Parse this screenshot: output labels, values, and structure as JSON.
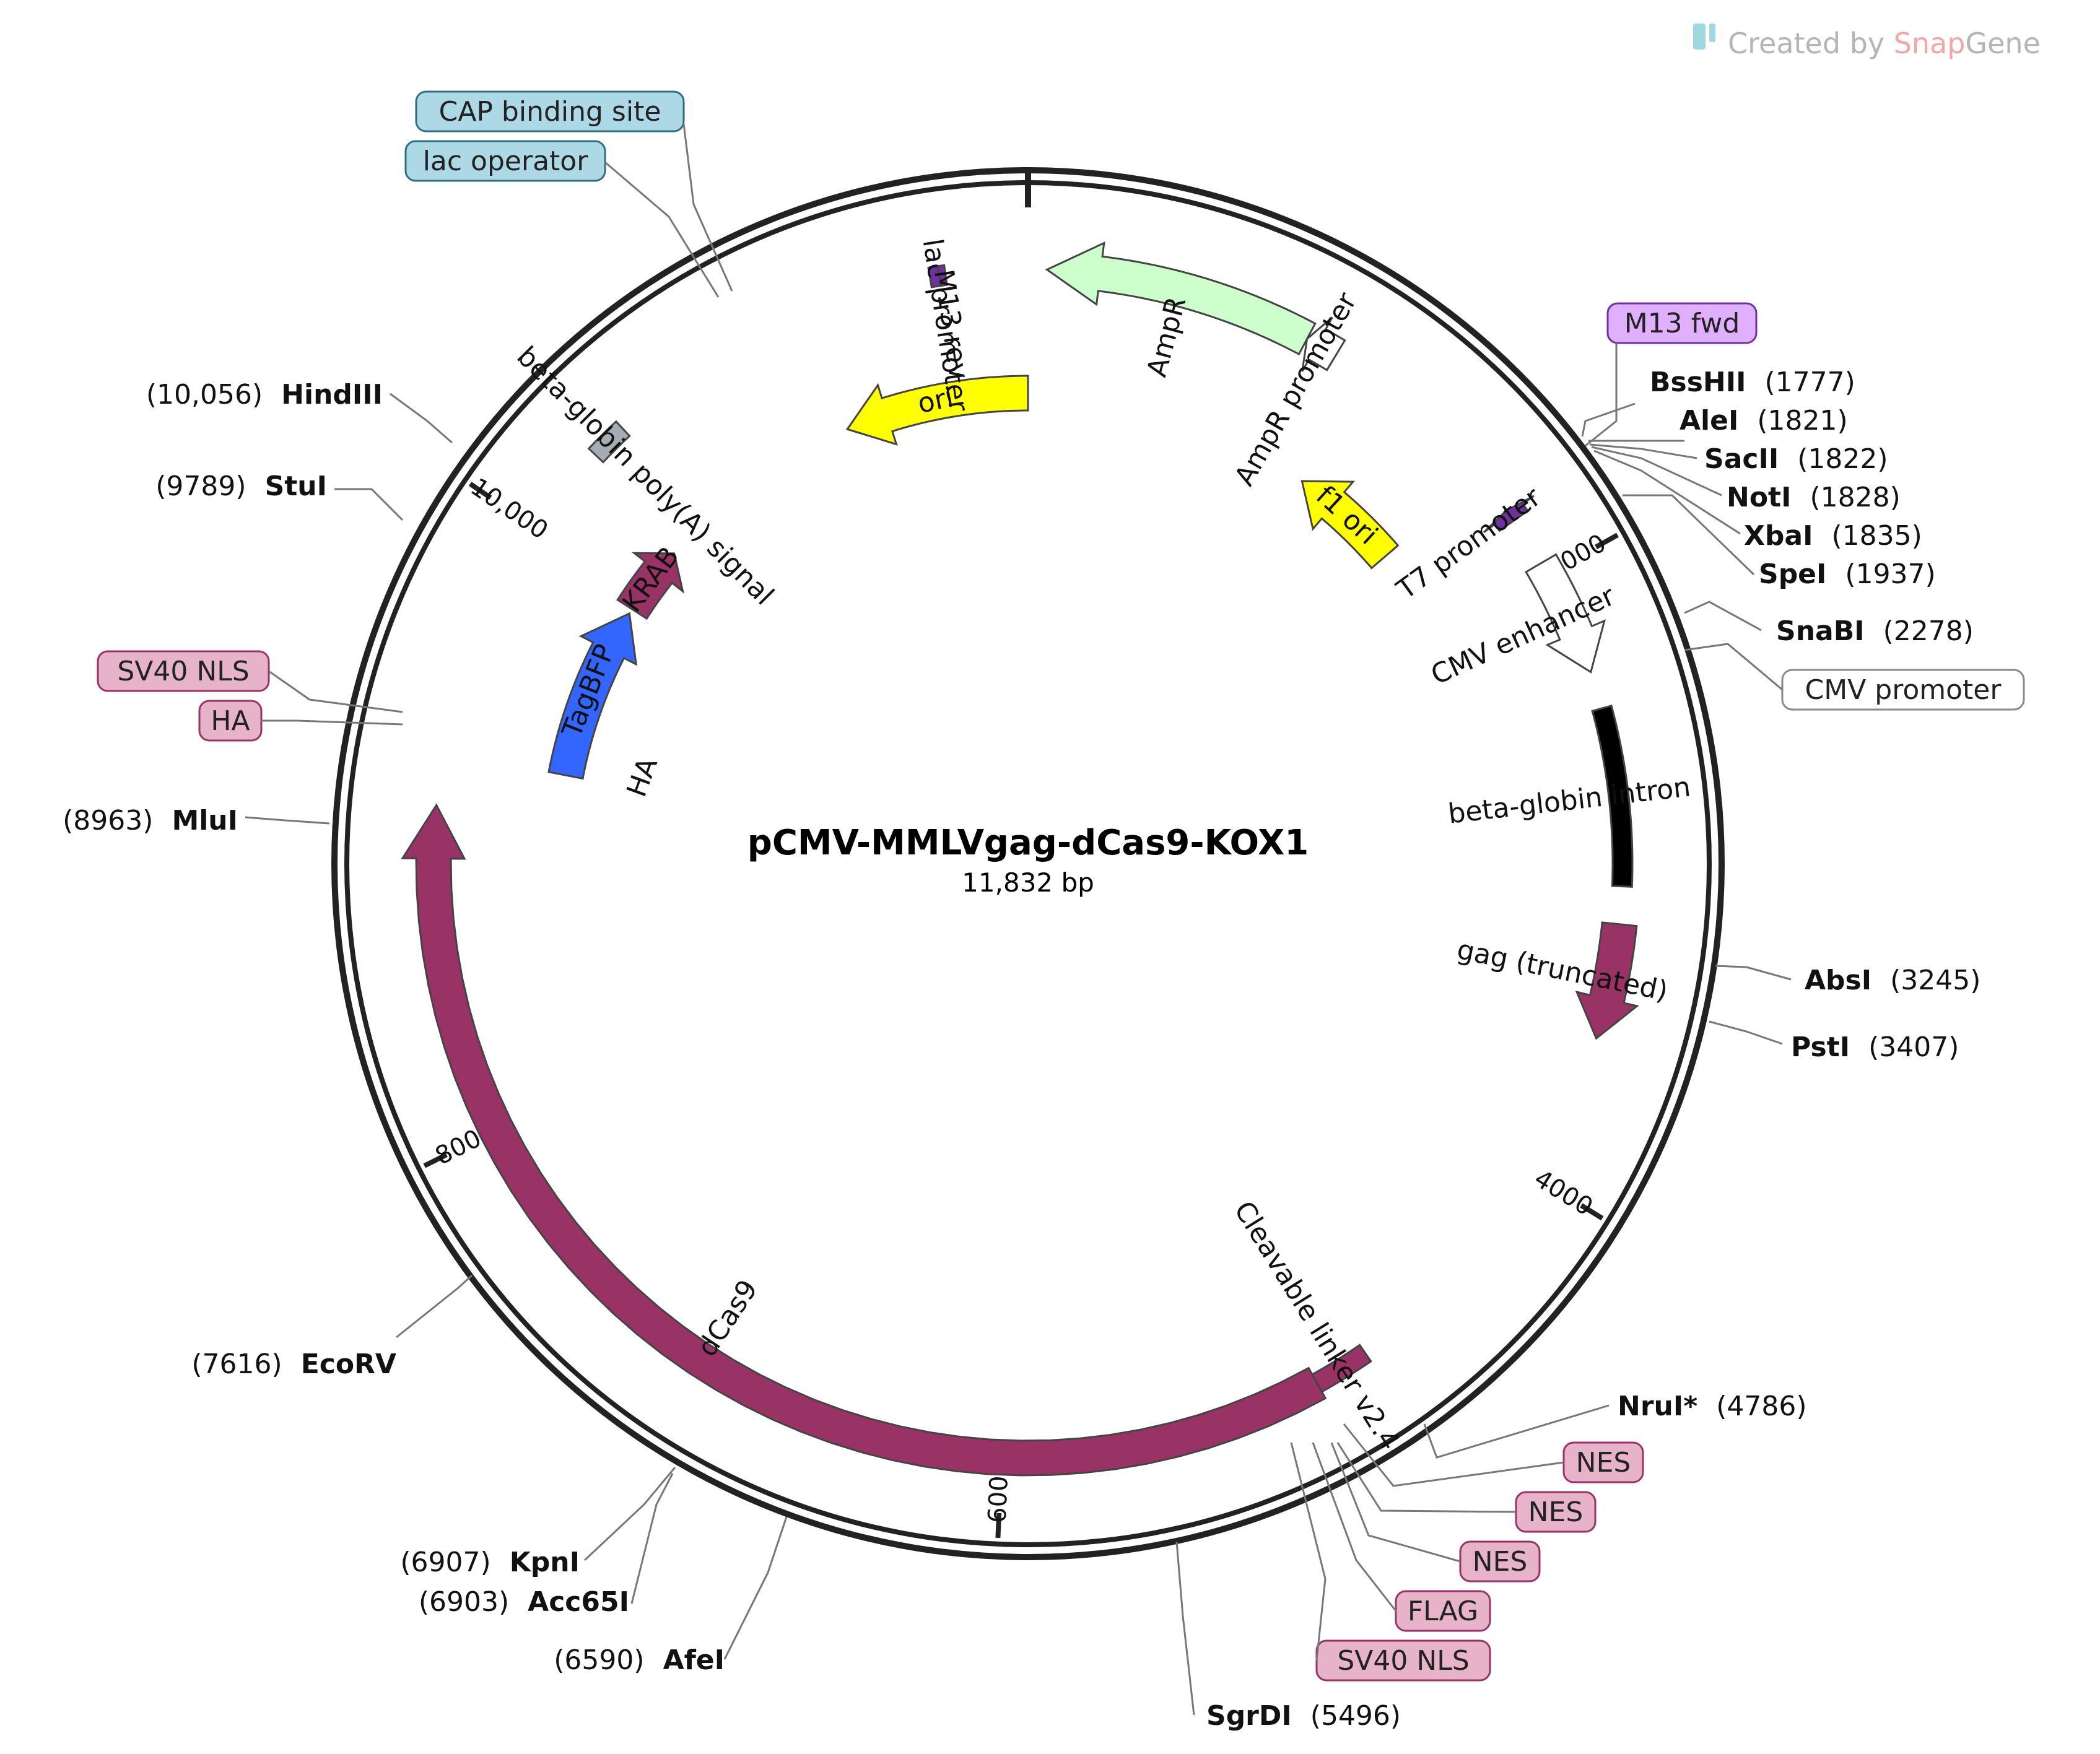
{
  "plasmid": {
    "name": "pCMV-MMLVgag-dCas9-KOX1",
    "size_label": "11,832 bp",
    "length": 11832
  },
  "branding": {
    "prefix": "Created by ",
    "snap": "Snap",
    "gene": "Gene"
  },
  "ticks": [
    {
      "label": "2000",
      "position": 2000
    },
    {
      "label": "4000",
      "position": 4000
    },
    {
      "label": "6000",
      "position": 6000
    },
    {
      "label": "8000",
      "position": 8000
    },
    {
      "label": "10,000",
      "position": 10000
    }
  ],
  "features": [
    {
      "id": "ori",
      "label": "ori",
      "color": "#ffff00",
      "start": 11090,
      "end": 11832,
      "strand": -1,
      "inside": true
    },
    {
      "id": "ampr",
      "label": "AmpR",
      "color": "#ccffcc",
      "start": 60,
      "end": 920,
      "strand": -1
    },
    {
      "id": "ampr-promoter",
      "label": "AmpR promoter",
      "color": "#ffffff",
      "start": 920,
      "end": 1025,
      "strand": -1
    },
    {
      "id": "f1-ori",
      "label": "f1 ori",
      "color": "#ffff00",
      "start": 1170,
      "end": 1620,
      "strand": -1,
      "inside": true
    },
    {
      "id": "t7-promoter",
      "label": "T7 promoter",
      "color": "#7030a0",
      "start": 1760,
      "end": 1800,
      "strand": -1
    },
    {
      "id": "cmv-enhancer",
      "label": "CMV enhancer",
      "color": "#ffffff",
      "start": 1960,
      "end": 2340,
      "strand": 1
    },
    {
      "id": "beta-globin-intron",
      "label": "beta-globin intron",
      "color": "#000000",
      "start": 2460,
      "end": 3030,
      "strand": 0
    },
    {
      "id": "gag",
      "label": "gag (truncated)",
      "color": "#993366",
      "start": 3150,
      "end": 3520,
      "strand": 1
    },
    {
      "id": "cleavable-linker",
      "label": "Cleavable linker v2.4",
      "color": "#993366",
      "start": 4780,
      "end": 4960,
      "strand": 0
    },
    {
      "id": "dcas9",
      "label": "dCas9",
      "color": "#993366",
      "start": 4960,
      "end": 9060,
      "strand": 1
    },
    {
      "id": "tagbfp",
      "label": "TagBFP",
      "color": "#3366ff",
      "start": 9230,
      "end": 9930,
      "strand": 1,
      "inside": true
    },
    {
      "id": "krab",
      "label": "KRAB",
      "color": "#993366",
      "start": 9950,
      "end": 10230,
      "strand": 1,
      "inside": true
    },
    {
      "id": "beta-globin-polya",
      "label": "beta-globin poly(A) signal",
      "color": "#a6acb3",
      "start": 10300,
      "end": 10420,
      "strand": 0
    },
    {
      "id": "lac-promoter",
      "label": "lac promoter",
      "color": "#7030a0",
      "start": 11520,
      "end": 11560,
      "strand": 0
    },
    {
      "id": "m13-rev",
      "label": "M13 rev",
      "color": "#7030a0",
      "start": 11550,
      "end": 11570,
      "strand": 0
    }
  ],
  "boxed_features": [
    {
      "label": "CAP binding site",
      "fill": "#add8e6",
      "stroke": "#2f6f80"
    },
    {
      "label": "lac operator",
      "fill": "#add8e6",
      "stroke": "#2f6f80"
    },
    {
      "label": "M13 fwd",
      "fill": "#e0b0ff",
      "stroke": "#7030a0"
    },
    {
      "label": "CMV promoter",
      "fill": "#ffffff",
      "stroke": "#888888"
    },
    {
      "label": "SV40 NLS",
      "fill": "#e6b3c8",
      "stroke": "#993366"
    },
    {
      "label": "HA",
      "fill": "#e6b3c8",
      "stroke": "#993366"
    },
    {
      "label": "NES",
      "fill": "#e6b3c8",
      "stroke": "#993366"
    },
    {
      "label": "NES",
      "fill": "#e6b3c8",
      "stroke": "#993366"
    },
    {
      "label": "NES",
      "fill": "#e6b3c8",
      "stroke": "#993366"
    },
    {
      "label": "FLAG",
      "fill": "#e6b3c8",
      "stroke": "#993366"
    },
    {
      "label": "SV40 NLS",
      "fill": "#e6b3c8",
      "stroke": "#993366"
    }
  ],
  "inner_labels": {
    "ha": "HA"
  },
  "sites": [
    {
      "name": "BssHII",
      "pos": "(1777)"
    },
    {
      "name": "AleI",
      "pos": "(1821)"
    },
    {
      "name": "SacII",
      "pos": "(1822)"
    },
    {
      "name": "NotI",
      "pos": "(1828)"
    },
    {
      "name": "XbaI",
      "pos": "(1835)"
    },
    {
      "name": "SpeI",
      "pos": "(1937)"
    },
    {
      "name": "SnaBI",
      "pos": "(2278)"
    },
    {
      "name": "AbsI",
      "pos": "(3245)"
    },
    {
      "name": "PstI",
      "pos": "(3407)"
    },
    {
      "name": "NruI*",
      "pos": "(4786)"
    },
    {
      "name": "SgrDI",
      "pos": "(5496)"
    },
    {
      "name": "AfeI",
      "pos": "(6590)"
    },
    {
      "name": "Acc65I",
      "pos": "(6903)"
    },
    {
      "name": "KpnI",
      "pos": "(6907)"
    },
    {
      "name": "EcoRV",
      "pos": "(7616)"
    },
    {
      "name": "MluI",
      "pos": "(8963)"
    },
    {
      "name": "StuI",
      "pos": "(9789)"
    },
    {
      "name": "HindIII",
      "pos": "(10,056)"
    }
  ]
}
